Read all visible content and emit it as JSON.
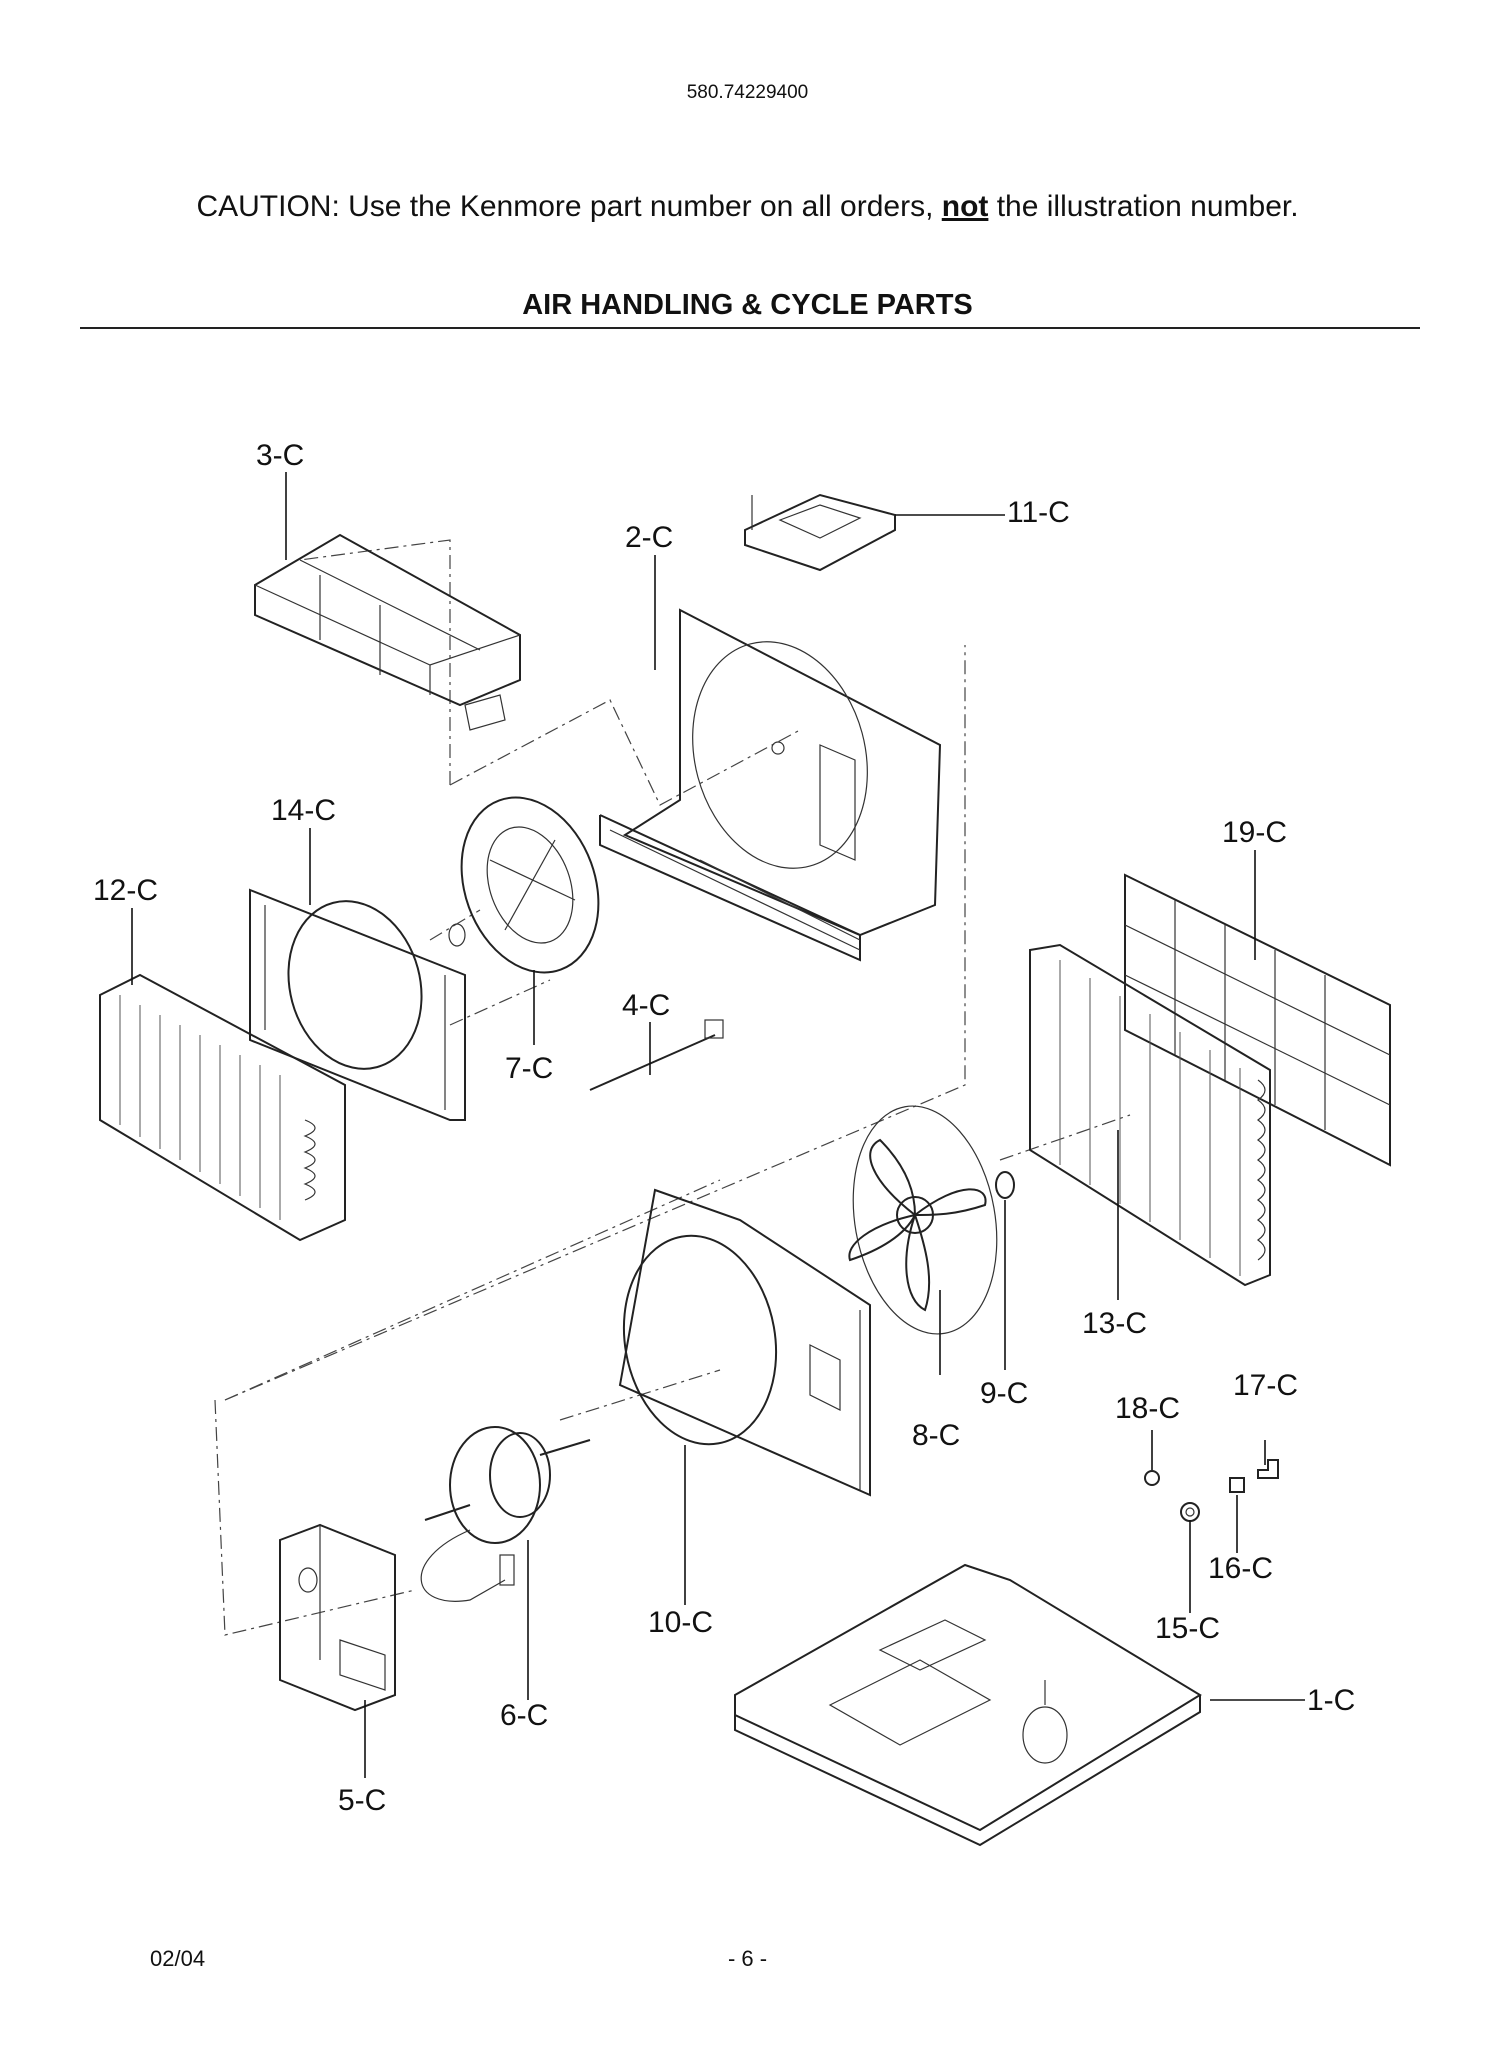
{
  "header": {
    "model_number": "580.74229400",
    "caution_before": "CAUTION: Use the Kenmore part number on all orders, ",
    "caution_emphasis": "not",
    "caution_after": " the illustration number.",
    "section_title": "AIR HANDLING & CYCLE PARTS"
  },
  "diagram": {
    "callouts": {
      "c1": "1-C",
      "c2": "2-C",
      "c3": "3-C",
      "c4": "4-C",
      "c5": "5-C",
      "c6": "6-C",
      "c7": "7-C",
      "c8": "8-C",
      "c9": "9-C",
      "c10": "10-C",
      "c11": "11-C",
      "c12": "12-C",
      "c13": "13-C",
      "c14": "14-C",
      "c15": "15-C",
      "c16": "16-C",
      "c17": "17-C",
      "c18": "18-C",
      "c19": "19-C"
    }
  },
  "footer": {
    "date": "02/04",
    "page": "- 6 -"
  }
}
